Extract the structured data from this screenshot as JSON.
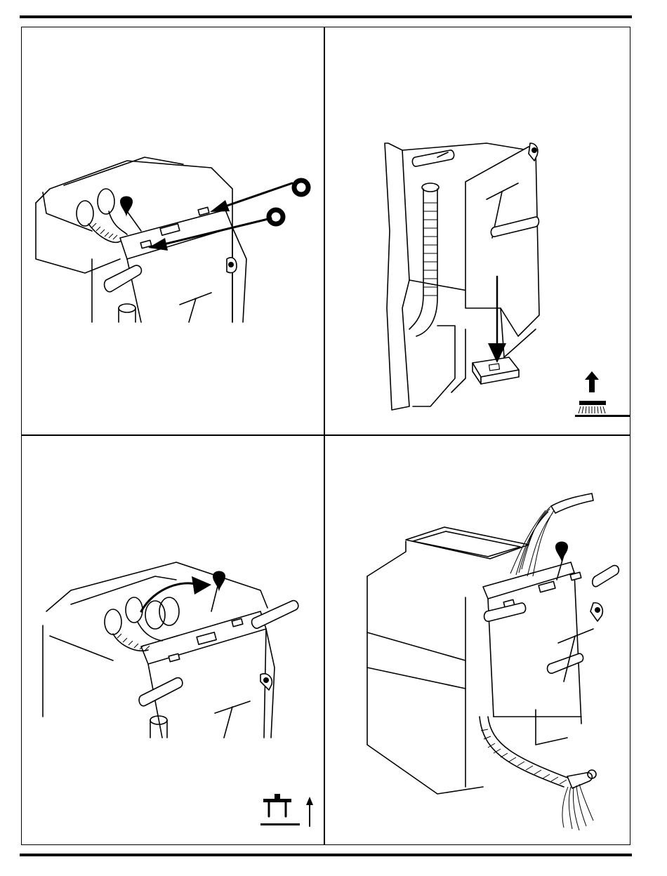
{
  "page": {
    "panels": [
      {
        "id": "panel-1",
        "caption": ""
      },
      {
        "id": "panel-2",
        "caption": ""
      },
      {
        "id": "panel-3",
        "caption": ""
      },
      {
        "id": "panel-4",
        "caption": ""
      }
    ]
  },
  "icons": {
    "panel1": [
      "circle-marker-icon",
      "circle-marker-icon",
      "arrow-icon"
    ],
    "panel2": [
      "brush-raise-icon",
      "arrow-down-icon"
    ],
    "panel3": [
      "squeegee-raise-icon",
      "curved-arrow-icon"
    ],
    "panel4": [
      "water-fill-icon",
      "drain-hose-icon"
    ]
  },
  "colors": {
    "ink": "#000000",
    "paper": "#ffffff"
  }
}
